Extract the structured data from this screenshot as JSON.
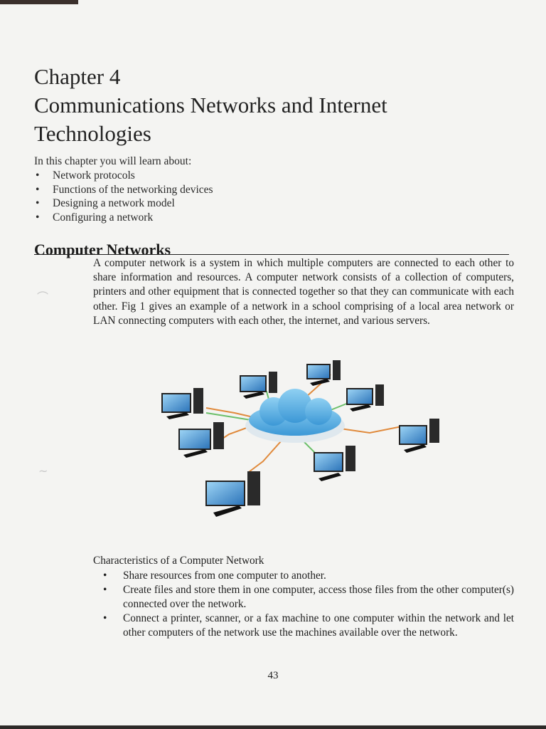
{
  "chapter": {
    "line1": "Chapter 4",
    "line2": "Communications Networks and Internet",
    "line3": "Technologies"
  },
  "intro": {
    "lead": "In this chapter you will learn about:",
    "items": [
      "Network protocols",
      "Functions of the networking devices",
      "Designing a network model",
      "Configuring a network"
    ]
  },
  "section": {
    "heading": "Computer Networks",
    "paragraph": "A computer network is a system in which multiple computers are connected to each other to share information and resources. A computer network consists of a collection of computers, printers and other equipment that is connected together so that they can communicate with each other. Fig 1 gives an example of a network in a school comprising of a local area network or LAN connecting computers with each other, the internet, and various servers."
  },
  "figure": {
    "icon": "network-cloud-illustration"
  },
  "characteristics": {
    "heading": "Characteristics of a Computer Network",
    "items": [
      "Share resources from one computer to another.",
      "Create files and store them in one computer, access those files from the other computer(s) connected over the network.",
      "Connect a printer, scanner, or a fax machine to one computer within the network and let other computers of the network use the machines available over the network."
    ]
  },
  "page_number": "43",
  "colors": {
    "cloud": "#4aa8dc",
    "screen": "#3b8fd0",
    "cable_orange": "#e08a3c",
    "cable_green": "#6bbf6a"
  }
}
